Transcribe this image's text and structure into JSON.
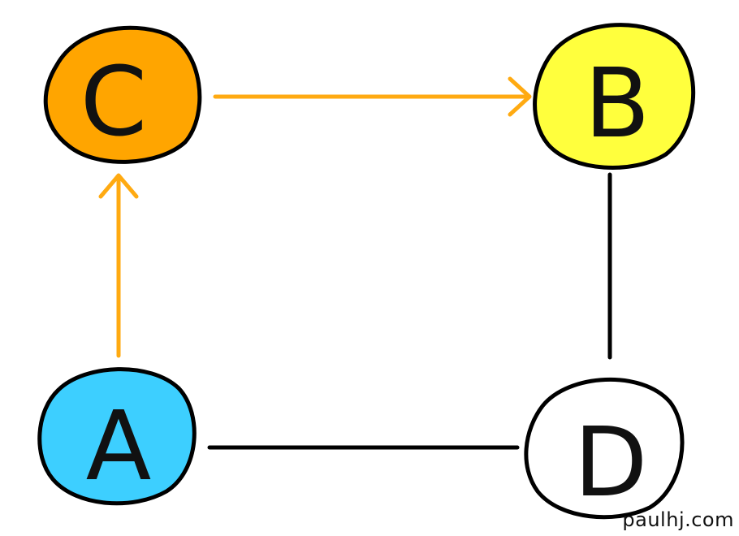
{
  "diagram": {
    "nodes": [
      {
        "id": "A",
        "label": "A",
        "fill": "#3dcfff"
      },
      {
        "id": "B",
        "label": "B",
        "fill": "#ffff3d"
      },
      {
        "id": "C",
        "label": "C",
        "fill": "#ffa500"
      },
      {
        "id": "D",
        "label": "D",
        "fill": "#ffffff"
      }
    ],
    "edges": [
      {
        "from": "A",
        "to": "C",
        "directed": true,
        "color": "#ffaa11"
      },
      {
        "from": "C",
        "to": "B",
        "directed": true,
        "color": "#ffaa11"
      },
      {
        "from": "B",
        "to": "D",
        "directed": false,
        "color": "#000000"
      },
      {
        "from": "A",
        "to": "D",
        "directed": false,
        "color": "#000000"
      }
    ],
    "outline_color": "#000000"
  },
  "watermark": "paulhj.com"
}
